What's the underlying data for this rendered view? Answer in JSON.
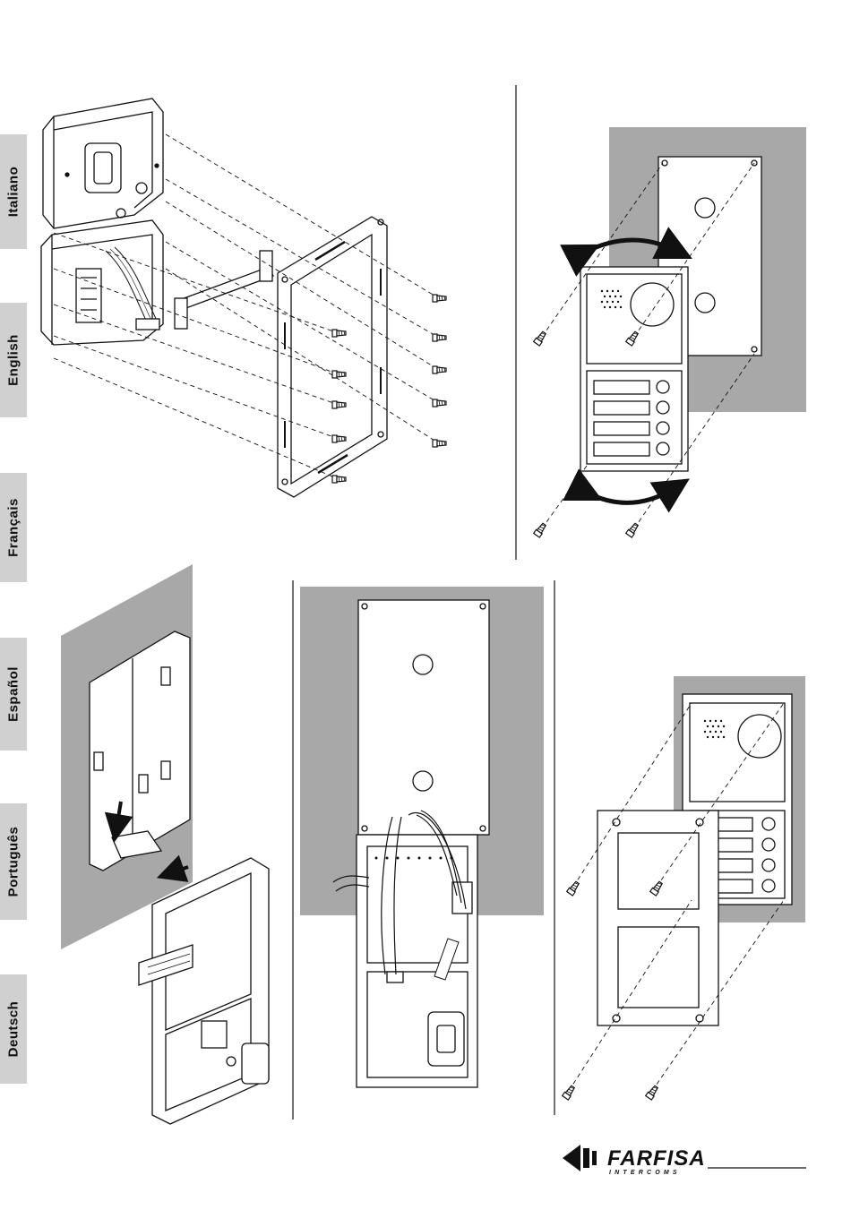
{
  "languages": [
    {
      "name": "Italiano"
    },
    {
      "name": "English"
    },
    {
      "name": "Français"
    },
    {
      "name": "Español"
    },
    {
      "name": "Português"
    },
    {
      "name": "Deutsch"
    }
  ],
  "brand": {
    "name": "FARFISA",
    "tagline": "INTERCOMS"
  },
  "icons": {
    "logo": "farfisa-logo-icon",
    "rotate": "rotate-arrow-icon",
    "insert": "insert-arrow-icon",
    "screw": "screw-icon"
  },
  "colors": {
    "wall_gray": "#a8a8a8",
    "line": "#111111",
    "tab_gray": "#d0d0d0"
  }
}
